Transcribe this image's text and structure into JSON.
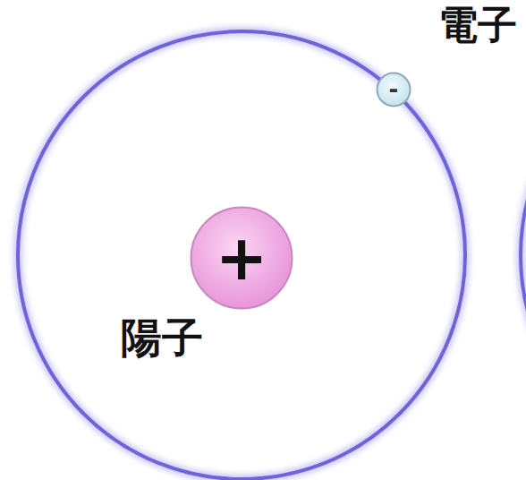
{
  "diagram": {
    "nodes": [
      {
        "text": [
          "-",
          "電子"
        ]
      },
      {
        "text": [
          "+",
          "陽子"
        ]
      }
    ]
  }
}
